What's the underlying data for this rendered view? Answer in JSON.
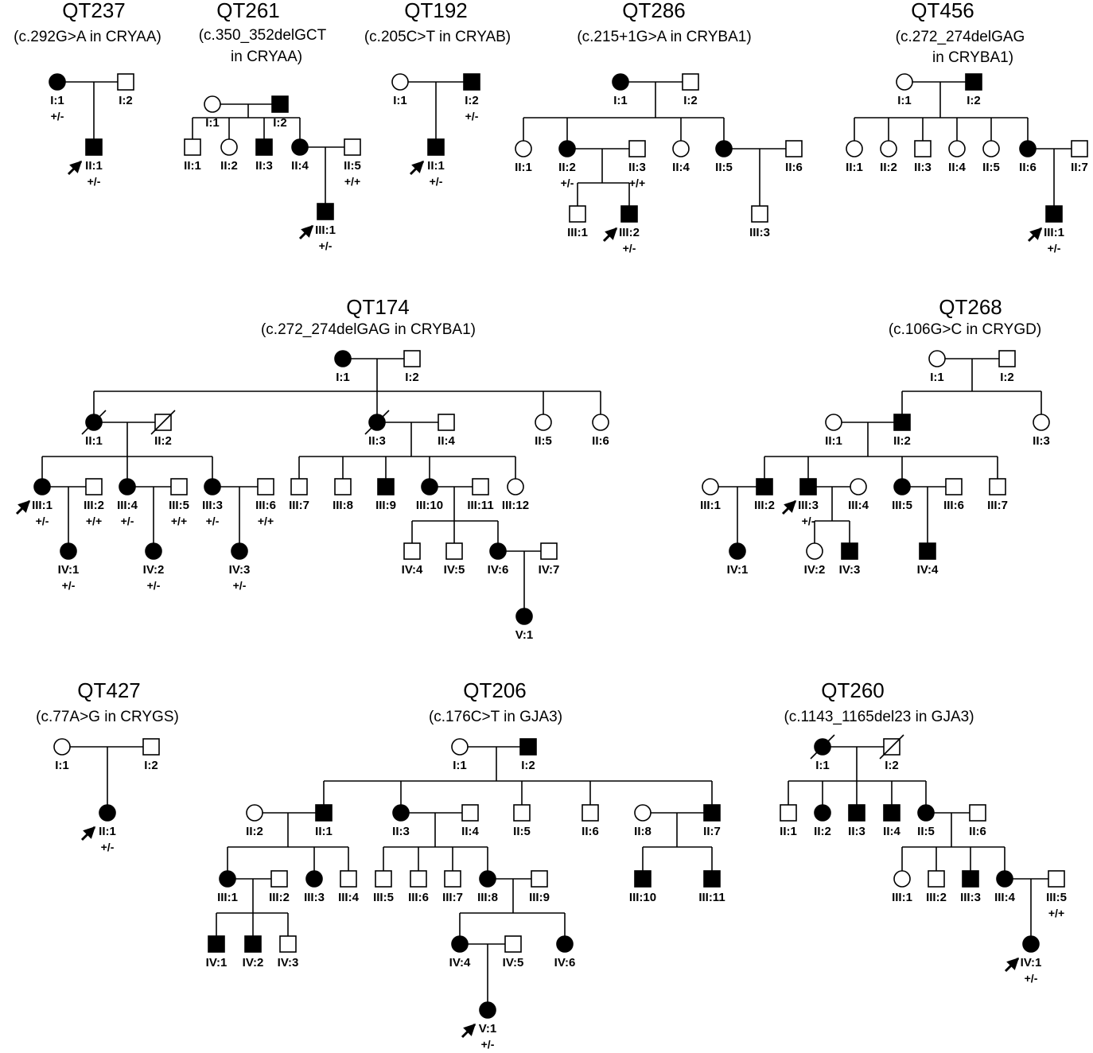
{
  "figure": {
    "pedigrees": [
      {
        "id": "QT237",
        "title": "QT237",
        "subtitle": [
          "(c.292G>A in CRYAA)"
        ],
        "individuals": [
          {
            "id": "I:1",
            "sex": "F",
            "affected": true,
            "genotype": "+/-"
          },
          {
            "id": "I:2",
            "sex": "M",
            "affected": false
          },
          {
            "id": "II:1",
            "sex": "M",
            "affected": true,
            "genotype": "+/-",
            "proband": true
          }
        ]
      },
      {
        "id": "QT261",
        "title": "QT261",
        "subtitle": [
          "(c.350_352delGCT",
          "in CRYAA)"
        ],
        "individuals": [
          {
            "id": "I:1",
            "sex": "F",
            "affected": false
          },
          {
            "id": "I:2",
            "sex": "M",
            "affected": true
          },
          {
            "id": "II:1",
            "sex": "M",
            "affected": false
          },
          {
            "id": "II:2",
            "sex": "F",
            "affected": false
          },
          {
            "id": "II:3",
            "sex": "M",
            "affected": true
          },
          {
            "id": "II:4",
            "sex": "F",
            "affected": true
          },
          {
            "id": "II:5",
            "sex": "M",
            "affected": false,
            "genotype": "+/+"
          },
          {
            "id": "III:1",
            "sex": "M",
            "affected": true,
            "genotype": "+/-",
            "proband": true
          }
        ]
      },
      {
        "id": "QT192",
        "title": "QT192",
        "subtitle": [
          "(c.205C>T in CRYAB)"
        ],
        "individuals": [
          {
            "id": "I:1",
            "sex": "F",
            "affected": false
          },
          {
            "id": "I:2",
            "sex": "M",
            "affected": true,
            "genotype": "+/-"
          },
          {
            "id": "II:1",
            "sex": "M",
            "affected": true,
            "genotype": "+/-",
            "proband": true
          }
        ]
      },
      {
        "id": "QT286",
        "title": "QT286",
        "subtitle": [
          "(c.215+1G>A in CRYBA1)"
        ],
        "individuals": [
          {
            "id": "I:1",
            "sex": "F",
            "affected": true
          },
          {
            "id": "I:2",
            "sex": "M",
            "affected": false
          },
          {
            "id": "II:1",
            "sex": "F",
            "affected": false
          },
          {
            "id": "II:2",
            "sex": "F",
            "affected": true,
            "genotype": "+/-"
          },
          {
            "id": "II:3",
            "sex": "M",
            "affected": false,
            "genotype": "+/+"
          },
          {
            "id": "II:4",
            "sex": "F",
            "affected": false
          },
          {
            "id": "II:5",
            "sex": "F",
            "affected": true
          },
          {
            "id": "II:6",
            "sex": "M",
            "affected": false
          },
          {
            "id": "III:1",
            "sex": "M",
            "affected": false
          },
          {
            "id": "III:2",
            "sex": "M",
            "affected": true,
            "genotype": "+/-",
            "proband": true
          },
          {
            "id": "III:3",
            "sex": "M",
            "affected": false
          }
        ]
      },
      {
        "id": "QT456",
        "title": "QT456",
        "subtitle": [
          "(c.272_274delGAG",
          "in CRYBA1)"
        ],
        "individuals": [
          {
            "id": "I:1",
            "sex": "F",
            "affected": false
          },
          {
            "id": "I:2",
            "sex": "M",
            "affected": true
          },
          {
            "id": "II:1",
            "sex": "F",
            "affected": false
          },
          {
            "id": "II:2",
            "sex": "F",
            "affected": false
          },
          {
            "id": "II:3",
            "sex": "M",
            "affected": false
          },
          {
            "id": "II:4",
            "sex": "F",
            "affected": false
          },
          {
            "id": "II:5",
            "sex": "F",
            "affected": false
          },
          {
            "id": "II:6",
            "sex": "F",
            "affected": true
          },
          {
            "id": "II:7",
            "sex": "M",
            "affected": false
          },
          {
            "id": "III:1",
            "sex": "M",
            "affected": true,
            "genotype": "+/-",
            "proband": true
          }
        ]
      },
      {
        "id": "QT174",
        "title": "QT174",
        "subtitle": [
          "(c.272_274delGAG in CRYBA1)"
        ],
        "individuals": [
          {
            "id": "I:1",
            "sex": "F",
            "affected": true
          },
          {
            "id": "I:2",
            "sex": "M",
            "affected": false
          },
          {
            "id": "II:1",
            "sex": "F",
            "affected": true,
            "deceased": true
          },
          {
            "id": "II:2",
            "sex": "M",
            "affected": false,
            "deceased": true
          },
          {
            "id": "II:3",
            "sex": "F",
            "affected": true,
            "deceased": true
          },
          {
            "id": "II:4",
            "sex": "M",
            "affected": false
          },
          {
            "id": "II:5",
            "sex": "F",
            "affected": false
          },
          {
            "id": "II:6",
            "sex": "F",
            "affected": false
          },
          {
            "id": "III:1",
            "sex": "F",
            "affected": true,
            "genotype": "+/-",
            "proband": true
          },
          {
            "id": "III:2",
            "sex": "M",
            "affected": false,
            "genotype": "+/+"
          },
          {
            "id": "III:4",
            "sex": "F",
            "affected": true,
            "genotype": "+/-"
          },
          {
            "id": "III:5",
            "sex": "M",
            "affected": false,
            "genotype": "+/+"
          },
          {
            "id": "III:3",
            "sex": "F",
            "affected": true,
            "genotype": "+/-"
          },
          {
            "id": "III:6",
            "sex": "M",
            "affected": false,
            "genotype": "+/+"
          },
          {
            "id": "III:7",
            "sex": "M",
            "affected": false
          },
          {
            "id": "III:8",
            "sex": "M",
            "affected": false
          },
          {
            "id": "III:9",
            "sex": "M",
            "affected": true
          },
          {
            "id": "III:10",
            "sex": "F",
            "affected": true
          },
          {
            "id": "III:11",
            "sex": "M",
            "affected": false
          },
          {
            "id": "III:12",
            "sex": "F",
            "affected": false
          },
          {
            "id": "IV:1",
            "sex": "F",
            "affected": true,
            "genotype": "+/-"
          },
          {
            "id": "IV:2",
            "sex": "F",
            "affected": true,
            "genotype": "+/-"
          },
          {
            "id": "IV:3",
            "sex": "F",
            "affected": true,
            "genotype": "+/-"
          },
          {
            "id": "IV:4",
            "sex": "M",
            "affected": false
          },
          {
            "id": "IV:5",
            "sex": "M",
            "affected": false
          },
          {
            "id": "IV:6",
            "sex": "F",
            "affected": true
          },
          {
            "id": "IV:7",
            "sex": "M",
            "affected": false
          },
          {
            "id": "V:1",
            "sex": "F",
            "affected": true
          }
        ]
      },
      {
        "id": "QT268",
        "title": "QT268",
        "subtitle": [
          "(c.106G>C in CRYGD)"
        ],
        "individuals": [
          {
            "id": "I:1",
            "sex": "F",
            "affected": false
          },
          {
            "id": "I:2",
            "sex": "M",
            "affected": false
          },
          {
            "id": "II:1",
            "sex": "F",
            "affected": false
          },
          {
            "id": "II:2",
            "sex": "M",
            "affected": true
          },
          {
            "id": "II:3",
            "sex": "F",
            "affected": false
          },
          {
            "id": "III:1",
            "sex": "F",
            "affected": false
          },
          {
            "id": "III:2",
            "sex": "M",
            "affected": true
          },
          {
            "id": "III:3",
            "sex": "M",
            "affected": true,
            "genotype": "+/-",
            "proband": true
          },
          {
            "id": "III:4",
            "sex": "F",
            "affected": false
          },
          {
            "id": "III:5",
            "sex": "F",
            "affected": true
          },
          {
            "id": "III:6",
            "sex": "M",
            "affected": false
          },
          {
            "id": "III:7",
            "sex": "M",
            "affected": false
          },
          {
            "id": "IV:1",
            "sex": "F",
            "affected": true
          },
          {
            "id": "IV:2",
            "sex": "F",
            "affected": false
          },
          {
            "id": "IV:3",
            "sex": "M",
            "affected": true
          },
          {
            "id": "IV:4",
            "sex": "M",
            "affected": true
          }
        ]
      },
      {
        "id": "QT427",
        "title": "QT427",
        "subtitle": [
          "(c.77A>G in CRYGS)"
        ],
        "individuals": [
          {
            "id": "I:1",
            "sex": "F",
            "affected": false
          },
          {
            "id": "I:2",
            "sex": "M",
            "affected": false
          },
          {
            "id": "II:1",
            "sex": "F",
            "affected": true,
            "genotype": "+/-",
            "proband": true
          }
        ]
      },
      {
        "id": "QT206",
        "title": "QT206",
        "subtitle": [
          "(c.176C>T  in GJA3)"
        ],
        "individuals": [
          {
            "id": "I:1",
            "sex": "F",
            "affected": false
          },
          {
            "id": "I:2",
            "sex": "M",
            "affected": true
          },
          {
            "id": "II:2",
            "sex": "F",
            "affected": false
          },
          {
            "id": "II:1",
            "sex": "M",
            "affected": true
          },
          {
            "id": "II:3",
            "sex": "F",
            "affected": true
          },
          {
            "id": "II:4",
            "sex": "M",
            "affected": false
          },
          {
            "id": "II:5",
            "sex": "M",
            "affected": false
          },
          {
            "id": "II:6",
            "sex": "M",
            "affected": false
          },
          {
            "id": "II:8",
            "sex": "F",
            "affected": false
          },
          {
            "id": "II:7",
            "sex": "M",
            "affected": true
          },
          {
            "id": "III:1",
            "sex": "F",
            "affected": true
          },
          {
            "id": "III:2",
            "sex": "M",
            "affected": false
          },
          {
            "id": "III:3",
            "sex": "F",
            "affected": true
          },
          {
            "id": "III:4",
            "sex": "M",
            "affected": false
          },
          {
            "id": "III:5",
            "sex": "M",
            "affected": false
          },
          {
            "id": "III:6",
            "sex": "M",
            "affected": false
          },
          {
            "id": "III:7",
            "sex": "M",
            "affected": false
          },
          {
            "id": "III:8",
            "sex": "F",
            "affected": true
          },
          {
            "id": "III:9",
            "sex": "M",
            "affected": false
          },
          {
            "id": "III:10",
            "sex": "M",
            "affected": true
          },
          {
            "id": "III:11",
            "sex": "M",
            "affected": true
          },
          {
            "id": "IV:1",
            "sex": "M",
            "affected": true
          },
          {
            "id": "IV:2",
            "sex": "M",
            "affected": true
          },
          {
            "id": "IV:3",
            "sex": "M",
            "affected": false
          },
          {
            "id": "IV:4",
            "sex": "F",
            "affected": true
          },
          {
            "id": "IV:5",
            "sex": "M",
            "affected": false
          },
          {
            "id": "IV:6",
            "sex": "F",
            "affected": true
          },
          {
            "id": "V:1",
            "sex": "F",
            "affected": true,
            "genotype": "+/-",
            "proband": true
          }
        ]
      },
      {
        "id": "QT260",
        "title": "QT260",
        "subtitle": [
          "(c.1143_1165del23 in GJA3)"
        ],
        "individuals": [
          {
            "id": "I:1",
            "sex": "F",
            "affected": true,
            "deceased": true
          },
          {
            "id": "I:2",
            "sex": "M",
            "affected": false,
            "deceased": true
          },
          {
            "id": "II:1",
            "sex": "M",
            "affected": false
          },
          {
            "id": "II:2",
            "sex": "F",
            "affected": true
          },
          {
            "id": "II:3",
            "sex": "M",
            "affected": true
          },
          {
            "id": "II:4",
            "sex": "M",
            "affected": true
          },
          {
            "id": "II:5",
            "sex": "F",
            "affected": true
          },
          {
            "id": "II:6",
            "sex": "M",
            "affected": false
          },
          {
            "id": "III:1",
            "sex": "F",
            "affected": false
          },
          {
            "id": "III:2",
            "sex": "M",
            "affected": false
          },
          {
            "id": "III:3",
            "sex": "M",
            "affected": true
          },
          {
            "id": "III:4",
            "sex": "F",
            "affected": true
          },
          {
            "id": "III:5",
            "sex": "M",
            "affected": false,
            "genotype": "+/+"
          },
          {
            "id": "IV:1",
            "sex": "F",
            "affected": true,
            "genotype": "+/-",
            "proband": true
          }
        ]
      }
    ]
  }
}
